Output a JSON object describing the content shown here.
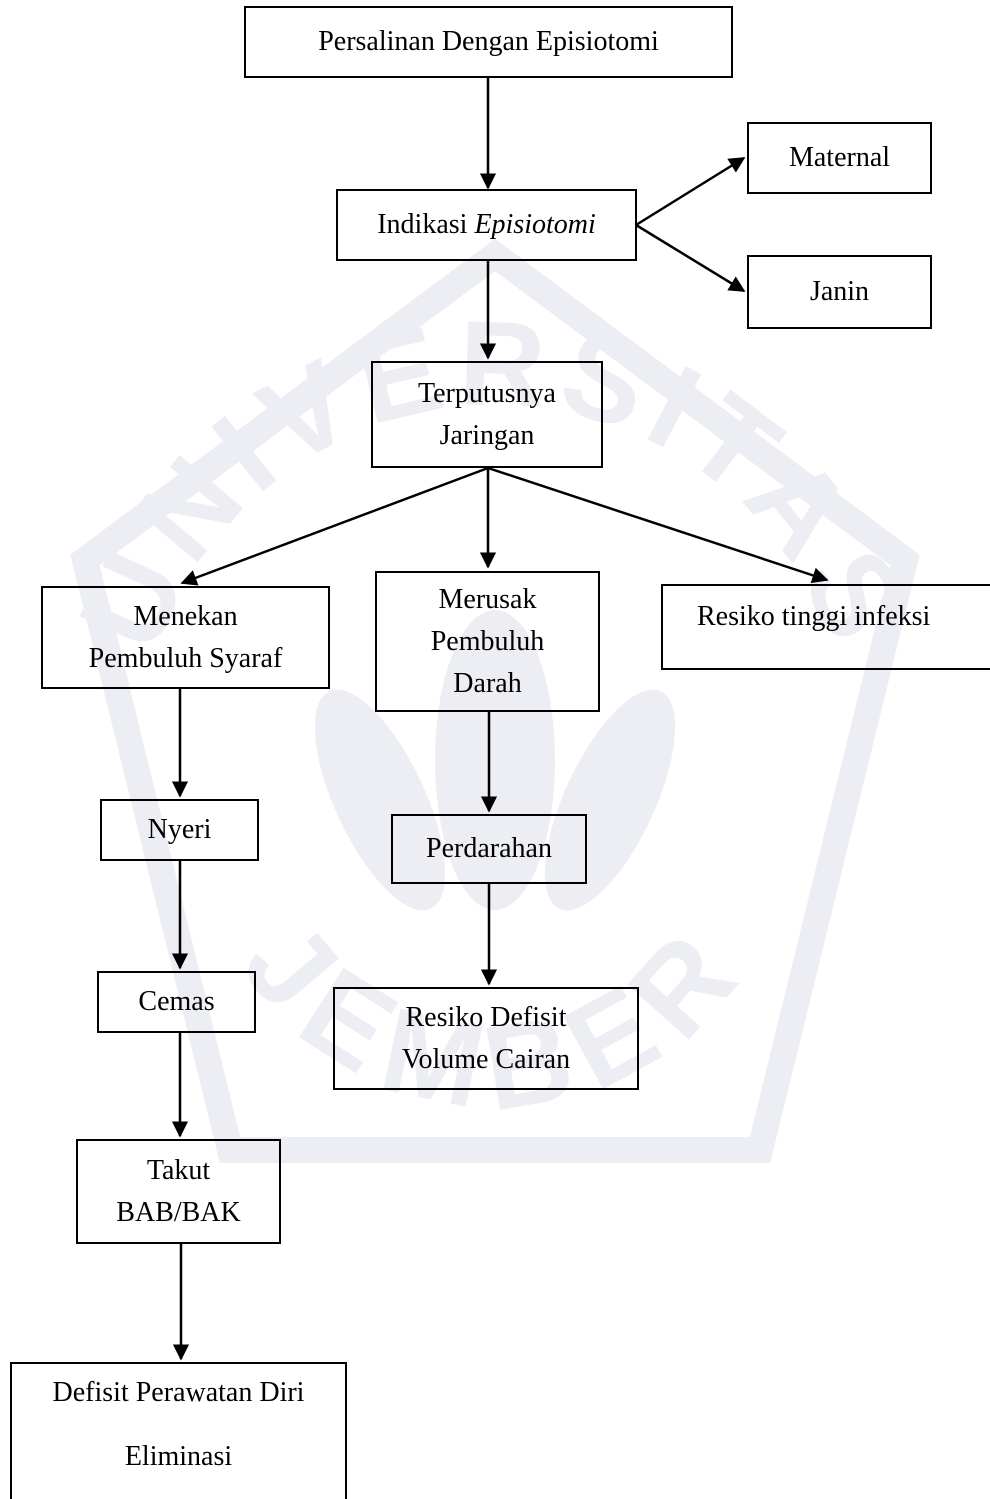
{
  "nodes": {
    "persalinan": "Persalinan Dengan Episiotomi",
    "indikasi": "Indikasi ",
    "indikasi_italic": "Episiotomi",
    "maternal": "Maternal",
    "janin": "Janin",
    "terputusnya_1": "Terputusnya",
    "terputusnya_2": "Jaringan",
    "menekan_1": "Menekan",
    "menekan_2": "Pembuluh Syaraf",
    "merusak_1": "Merusak",
    "merusak_2": "Pembuluh",
    "merusak_3": "Darah",
    "resiko_infeksi": "Resiko tinggi infeksi",
    "nyeri": "Nyeri",
    "perdarahan": "Perdarahan",
    "cemas": "Cemas",
    "resiko_defisit_1": "Resiko Defisit",
    "resiko_defisit_2": "Volume Cairan",
    "takut_1": "Takut",
    "takut_2": "BAB/BAK",
    "defisit_1": "Defisit Perawatan Diri",
    "defisit_2": "Eliminasi"
  },
  "watermark": {
    "top_text": "UNIVERSITAS",
    "bottom_text": "JEMBER",
    "color": "#e6e8ee"
  },
  "colors": {
    "stroke": "#000000"
  }
}
